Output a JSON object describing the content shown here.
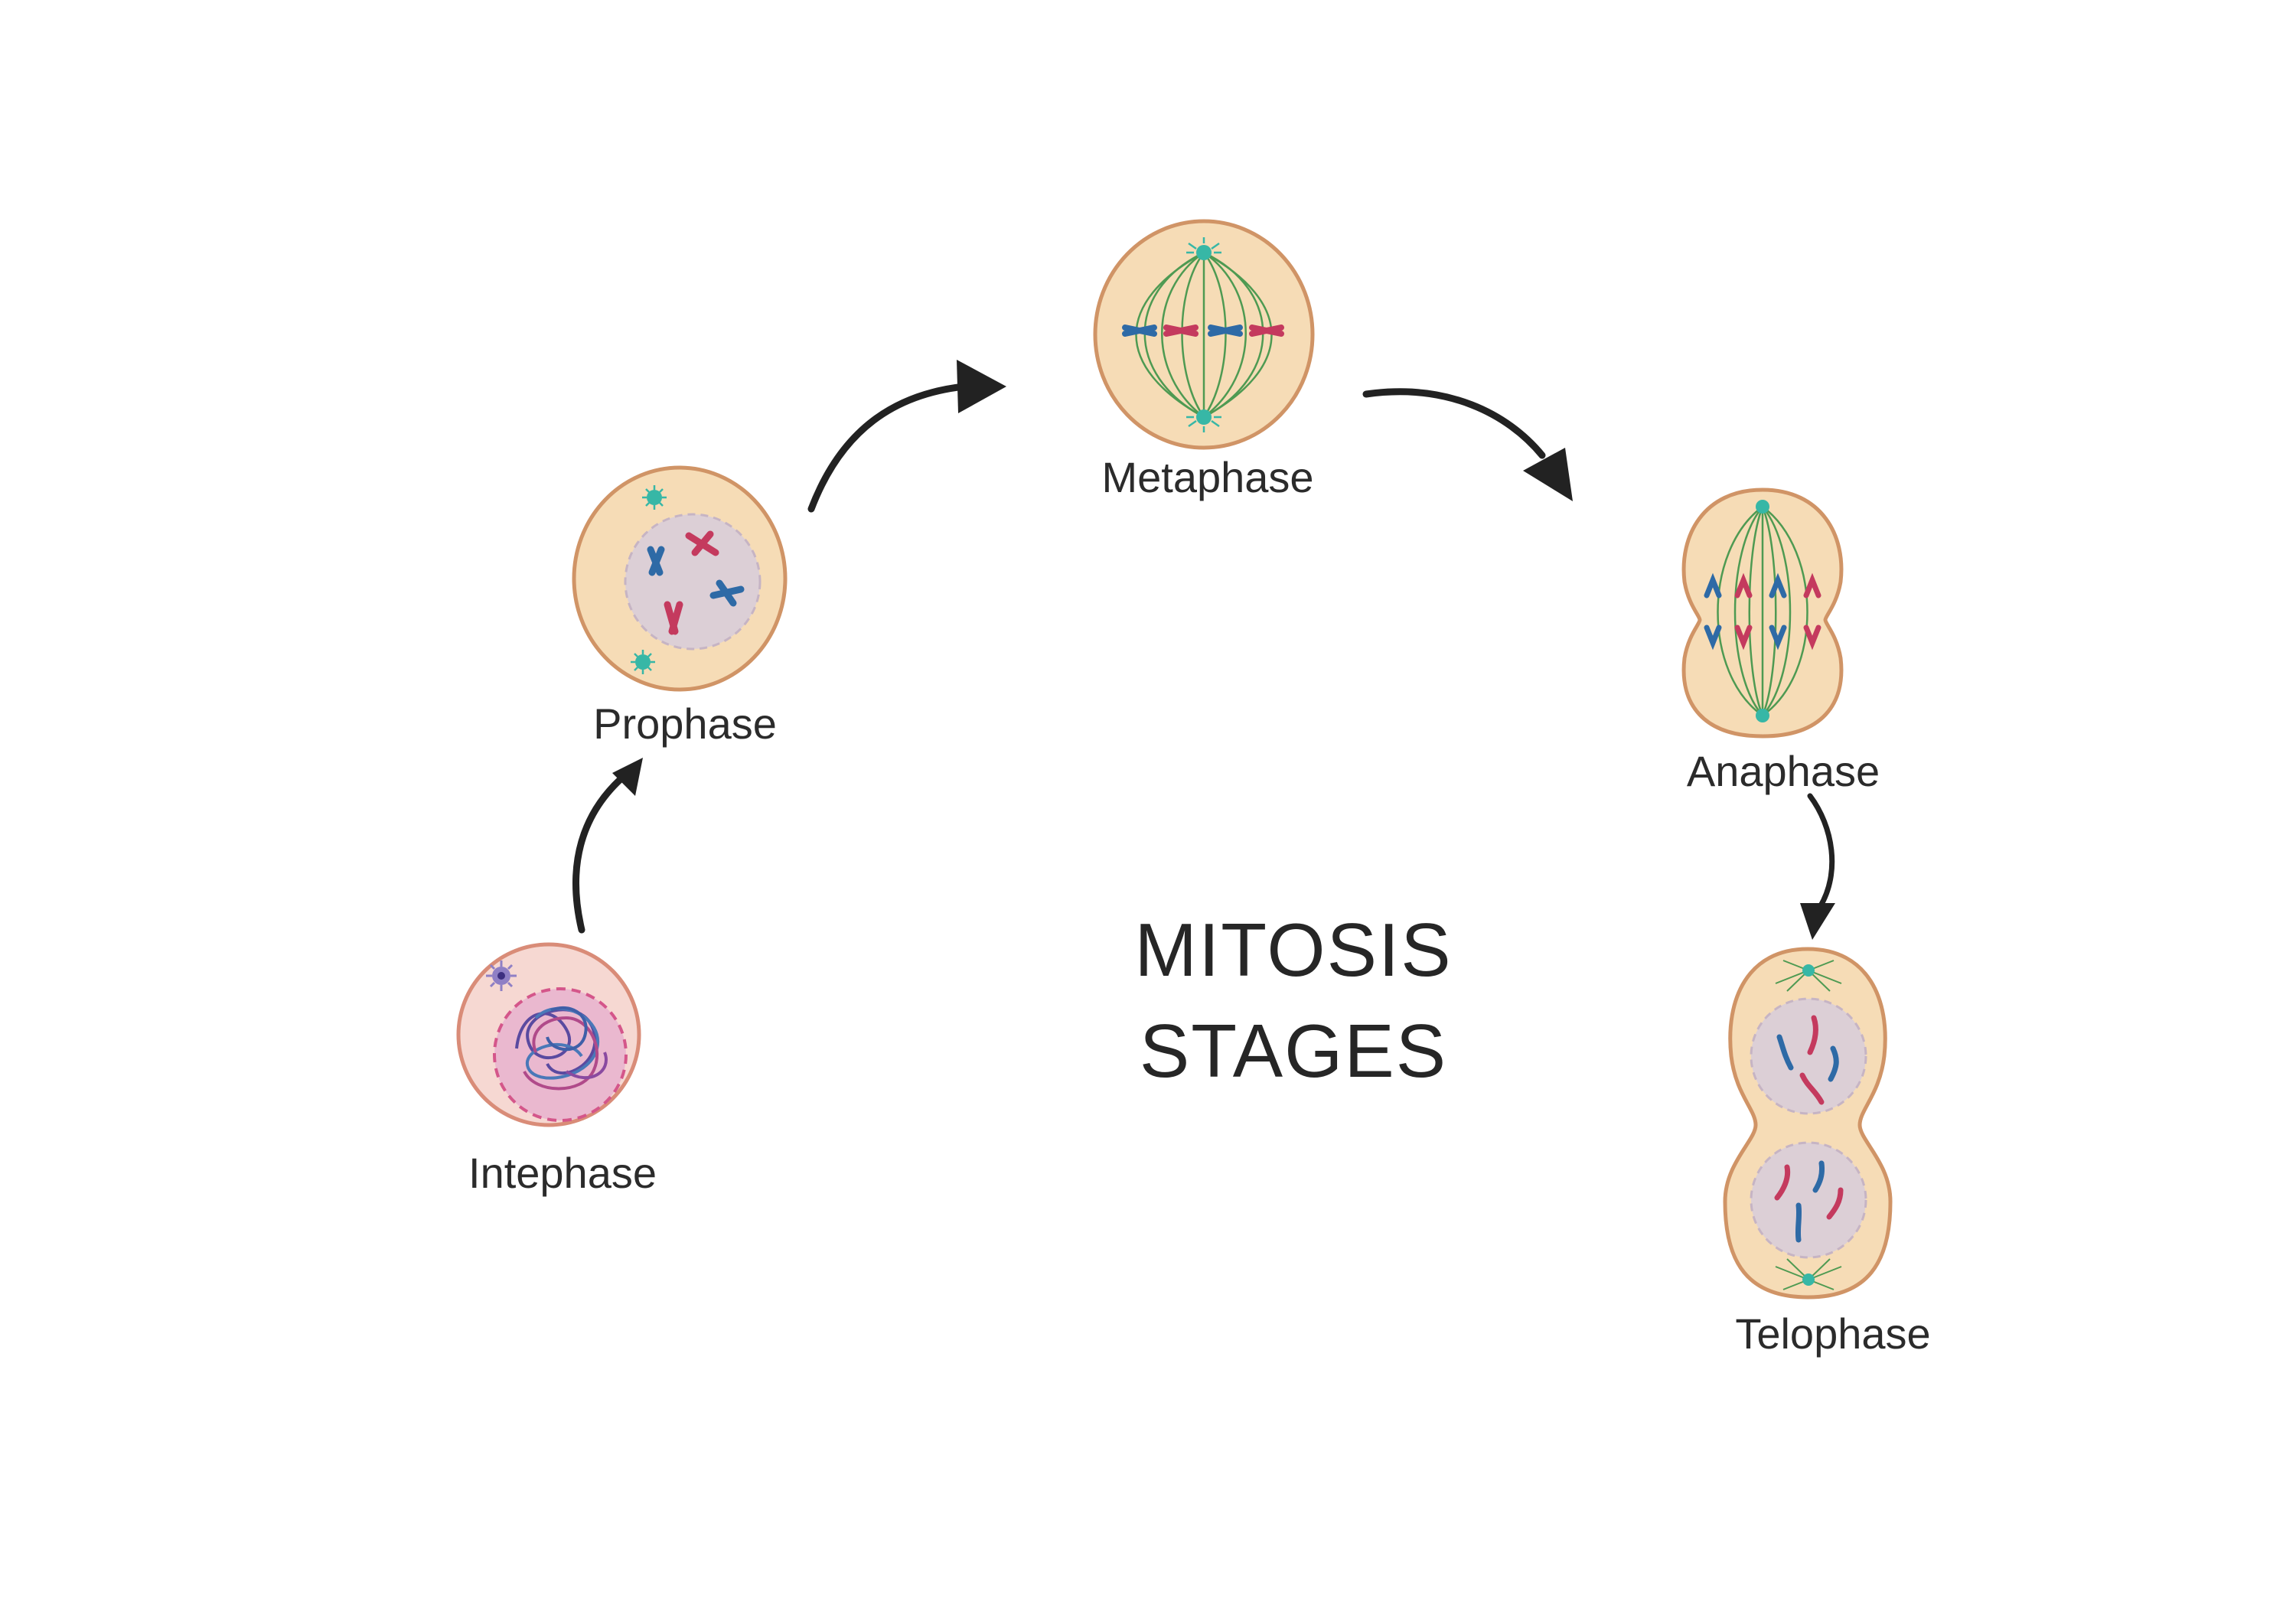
{
  "title": {
    "line1": "MITOSIS",
    "line2": "STAGES"
  },
  "stages": [
    {
      "id": "interphase",
      "label": "Intephase"
    },
    {
      "id": "prophase",
      "label": "Prophase"
    },
    {
      "id": "metaphase",
      "label": "Metaphase"
    },
    {
      "id": "anaphase",
      "label": "Anaphase"
    },
    {
      "id": "telophase",
      "label": "Telophase"
    }
  ],
  "colors": {
    "cytoplasm": "#f6dcb6",
    "cell_border": "#d09466",
    "interphase_cytoplasm": "#f6d8d2",
    "interphase_border": "#d98c78",
    "nucleus": "#dccfd6",
    "interphase_nucleus": "#eab8cf",
    "chromosome_blue": "#2e6aa6",
    "chromosome_red": "#c43a5e",
    "spindle": "#4e9a52",
    "centrosome": "#37b7a6",
    "arrow": "#222222"
  }
}
